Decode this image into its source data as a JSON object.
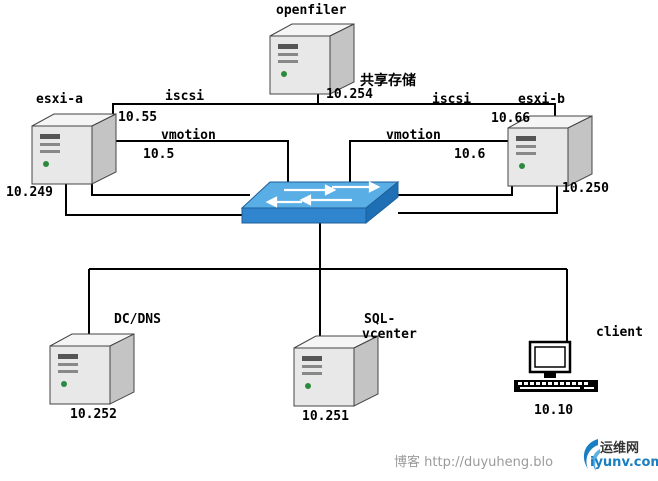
{
  "nodes": {
    "openfiler": {
      "name": "openfiler",
      "ip": "10.254",
      "role": "共享存储"
    },
    "esxi_a": {
      "name": "esxi-a",
      "ip_iscsi": "10.55",
      "ip_vmotion": "10.5",
      "ip_mgmt": "10.249"
    },
    "esxi_b": {
      "name": "esxi-b",
      "ip_iscsi": "10.66",
      "ip_vmotion": "10.6",
      "ip_mgmt": "10.250"
    },
    "dc": {
      "name": "DC/DNS",
      "ip": "10.252"
    },
    "sql": {
      "name_line1": "SQL-",
      "name_line2": "vcenter",
      "ip": "10.251"
    },
    "client": {
      "name": "client",
      "ip": "10.10"
    }
  },
  "links": {
    "iscsi_a": "iscsi",
    "iscsi_b": "iscsi",
    "vmotion_a": "vmotion",
    "vmotion_b": "vmotion"
  },
  "watermark": {
    "text": "博客 http://duyuheng.blo"
  },
  "brand": {
    "name_cn": "运维网",
    "domain": "iyunv.com"
  },
  "colors": {
    "switch_top": "#5aaee6",
    "switch_side": "#1f6fb5",
    "server_body": "#e9e9e9",
    "line": "#000000"
  }
}
